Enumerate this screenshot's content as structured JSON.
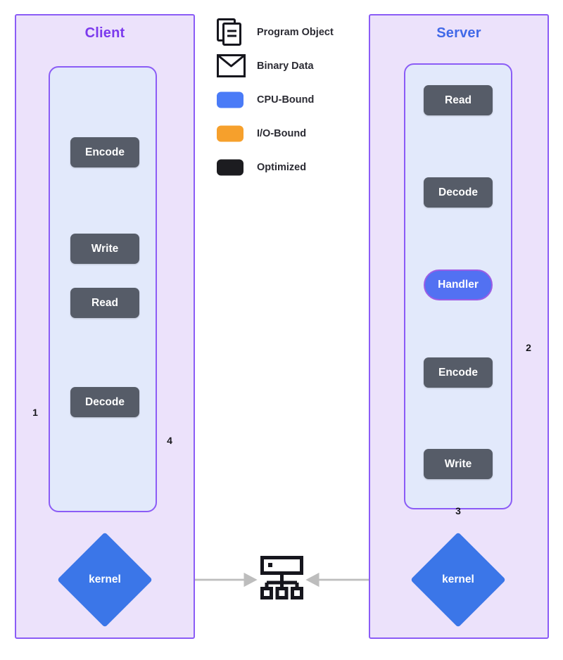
{
  "diagram": {
    "title_client": "Client",
    "title_server": "Server"
  },
  "legend": {
    "items": [
      {
        "icon": "program-object-icon",
        "label": "Program Object",
        "type": "glyph"
      },
      {
        "icon": "binary-data-icon",
        "label": "Binary Data",
        "type": "glyph"
      },
      {
        "icon": "cpu-bound-swatch",
        "label": "CPU-Bound",
        "type": "swatch",
        "color": "#4a7bf7"
      },
      {
        "icon": "io-bound-swatch",
        "label": "I/O-Bound",
        "type": "swatch",
        "color": "#f6a02c"
      },
      {
        "icon": "optimized-swatch",
        "label": "Optimized",
        "type": "swatch",
        "color": "#1c1c20"
      }
    ]
  },
  "client": {
    "nodes": [
      {
        "name": "client-program-object-top",
        "label": "",
        "kind": "program-object-icon"
      },
      {
        "name": "client-encode",
        "label": "Encode",
        "kind": "process"
      },
      {
        "name": "client-binary-data-out",
        "label": "",
        "kind": "binary-data-icon"
      },
      {
        "name": "client-write",
        "label": "Write",
        "kind": "process"
      },
      {
        "name": "client-read",
        "label": "Read",
        "kind": "process"
      },
      {
        "name": "client-binary-data-in",
        "label": "",
        "kind": "binary-data-icon"
      },
      {
        "name": "client-decode",
        "label": "Decode",
        "kind": "process"
      },
      {
        "name": "client-program-object-bottom",
        "label": "",
        "kind": "program-object-icon"
      }
    ],
    "kernel_label": "kernel"
  },
  "server": {
    "nodes": [
      {
        "name": "server-read",
        "label": "Read",
        "kind": "process"
      },
      {
        "name": "server-binary-data-in",
        "label": "",
        "kind": "binary-data-icon"
      },
      {
        "name": "server-decode",
        "label": "Decode",
        "kind": "process"
      },
      {
        "name": "server-program-object-in",
        "label": "",
        "kind": "program-object-icon"
      },
      {
        "name": "server-handler",
        "label": "Handler",
        "kind": "handler"
      },
      {
        "name": "server-program-object-out",
        "label": "",
        "kind": "program-object-icon"
      },
      {
        "name": "server-encode",
        "label": "Encode",
        "kind": "process"
      },
      {
        "name": "server-binary-data-out",
        "label": "",
        "kind": "binary-data-icon"
      },
      {
        "name": "server-write",
        "label": "Write",
        "kind": "process"
      }
    ],
    "kernel_label": "kernel"
  },
  "network": {
    "icon": "network-switch-icon"
  },
  "flow_labels": {
    "step1": "1",
    "step2": "2",
    "step3": "3",
    "step4": "4"
  },
  "colors": {
    "panel_outer_fill": "#ece2fb",
    "panel_border": "#8b5cf6",
    "panel_inner_fill": "#e2e9fb",
    "node_fill": "#565c68",
    "handler_fill": "#5271f2",
    "kernel_fill": "#3b76e8",
    "arrow_gray": "#b9bec9",
    "arrow_orange": "#f6a02c",
    "arrow_red": "#ef5a52",
    "link_gray": "#bdbdbd",
    "client_title": "#7c3aed",
    "server_title": "#4169e8"
  }
}
